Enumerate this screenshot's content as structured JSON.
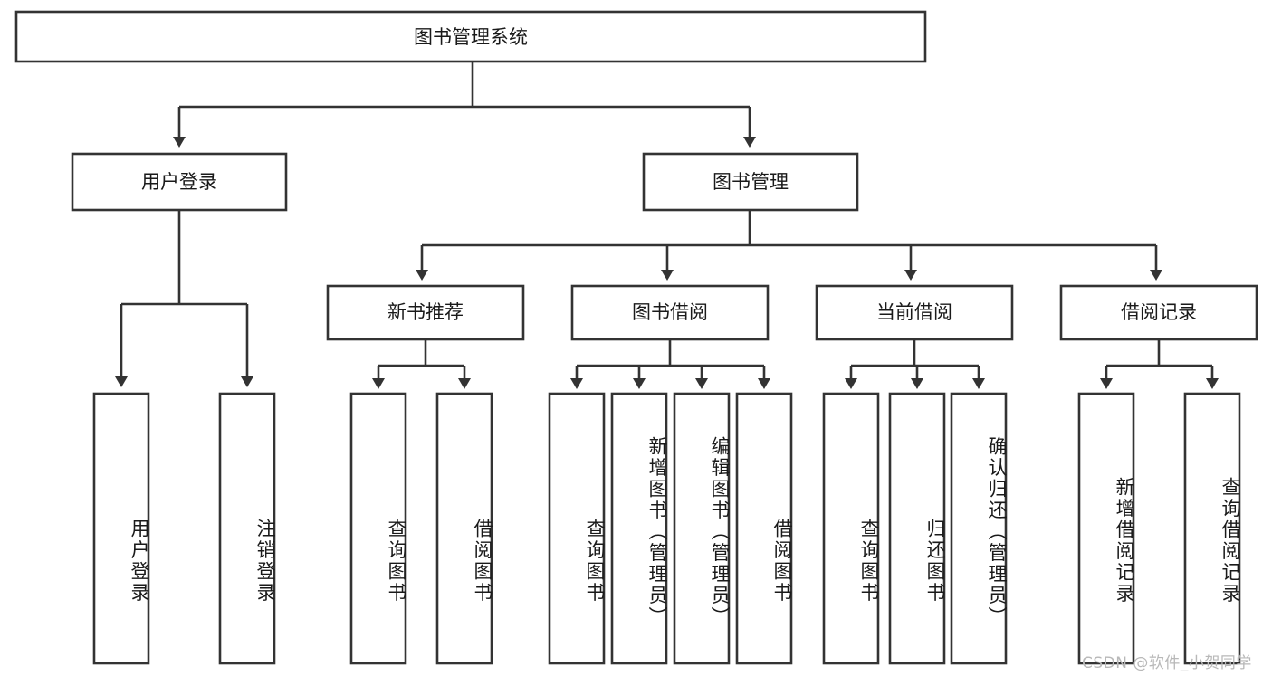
{
  "diagram": {
    "title": "图书管理系统",
    "type": "tree-hierarchy-functional-decomposition",
    "root": {
      "label": "图书管理系统"
    },
    "level2": [
      {
        "label": "用户登录"
      },
      {
        "label": "图书管理"
      }
    ],
    "level3": [
      {
        "label": "新书推荐"
      },
      {
        "label": "图书借阅"
      },
      {
        "label": "当前借阅"
      },
      {
        "label": "借阅记录"
      }
    ],
    "leaves": {
      "user_login": [
        {
          "label": "用户登录"
        },
        {
          "label": "注销登录"
        }
      ],
      "new_book_recommend": [
        {
          "label": "查询图书"
        },
        {
          "label": "借阅图书"
        }
      ],
      "book_borrow": [
        {
          "label": "查询图书"
        },
        {
          "label": "新增图书（管理员）"
        },
        {
          "label": "编辑图书（管理员）"
        },
        {
          "label": "借阅图书"
        }
      ],
      "current_borrow": [
        {
          "label": "查询图书"
        },
        {
          "label": "归还图书"
        },
        {
          "label": "确认归还（管理员）"
        }
      ],
      "borrow_record": [
        {
          "label": "新增借阅记录"
        },
        {
          "label": "查询借阅记录"
        }
      ]
    }
  },
  "watermark": {
    "text": "CSDN @软件_小贺同学"
  },
  "colors": {
    "stroke": "#333333",
    "box_fill": "#ffffff",
    "text": "#1a1a1a",
    "background": "#ffffff",
    "watermark": "#b8b8b8"
  }
}
